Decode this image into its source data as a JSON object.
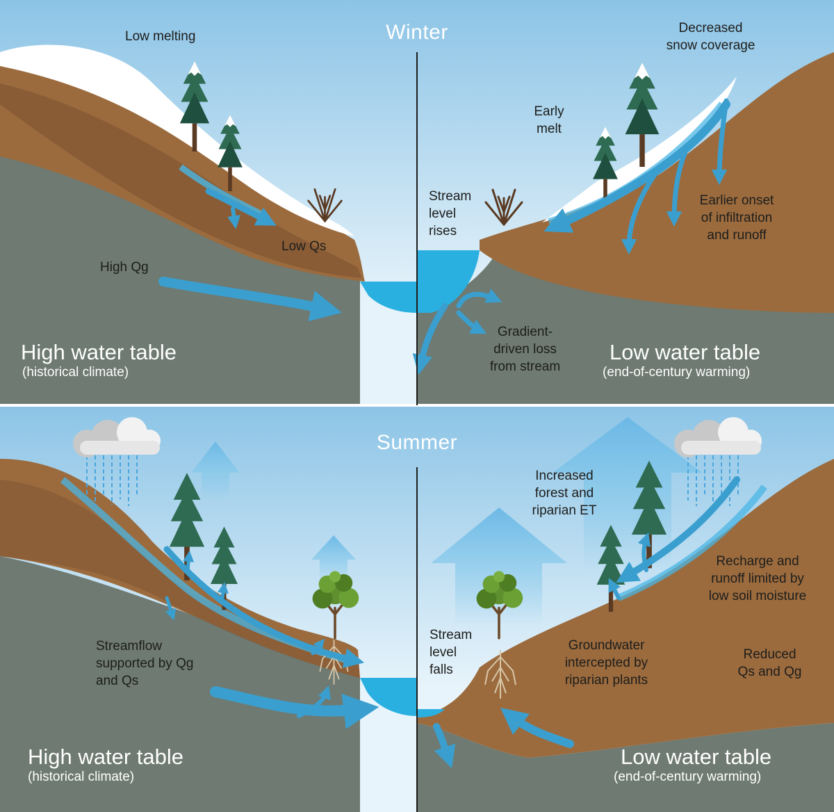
{
  "winter": {
    "title": "Winter",
    "historical": {
      "low_melting": "Low melting",
      "low_qs": "Low Qs",
      "high_qg": "High Qg",
      "water_table": "High water table",
      "climate": "(historical climate)"
    },
    "future": {
      "decreased_snow": "Decreased\nsnow coverage",
      "early_melt": "Early\nmelt",
      "stream_rises": "Stream\nlevel\nrises",
      "earlier_onset": "Earlier onset\nof infiltration\nand runoff",
      "gradient_loss": "Gradient-\ndriven loss\nfrom stream",
      "water_table": "Low water table",
      "climate": "(end-of-century warming)"
    }
  },
  "summer": {
    "title": "Summer",
    "historical": {
      "streamflow": "Streamflow\nsupported by Qg\nand Qs",
      "water_table": "High water table",
      "climate": "(historical climate)"
    },
    "future": {
      "increased_et": "Increased\nforest and\nriparian ET",
      "recharge_limited": "Recharge and\nrunoff limited by\nlow soil moisture",
      "stream_falls": "Stream\nlevel\nfalls",
      "gw_intercepted": "Groundwater\nintercepted by\nriparian plants",
      "reduced_qs_qg": "Reduced\nQs and Qg",
      "water_table": "Low water table",
      "climate": "(end-of-century warming)"
    }
  },
  "colors": {
    "sky_top": "#8cc4e6",
    "sky_bottom": "#e6f3fa",
    "groundwater": "#6e7a72",
    "soil": "#9b6b3e",
    "soil_dark": "#7a5130",
    "water": "#2ab0e0",
    "arrow": "#3a9fcf",
    "tree": "#2f6b52",
    "tree_dark": "#1f4f3e"
  },
  "icons": [
    "pine-tree-icon",
    "bare-shrub-icon",
    "riparian-tree-icon",
    "rain-cloud-icon",
    "flow-arrow-icon",
    "et-arrow-icon"
  ]
}
